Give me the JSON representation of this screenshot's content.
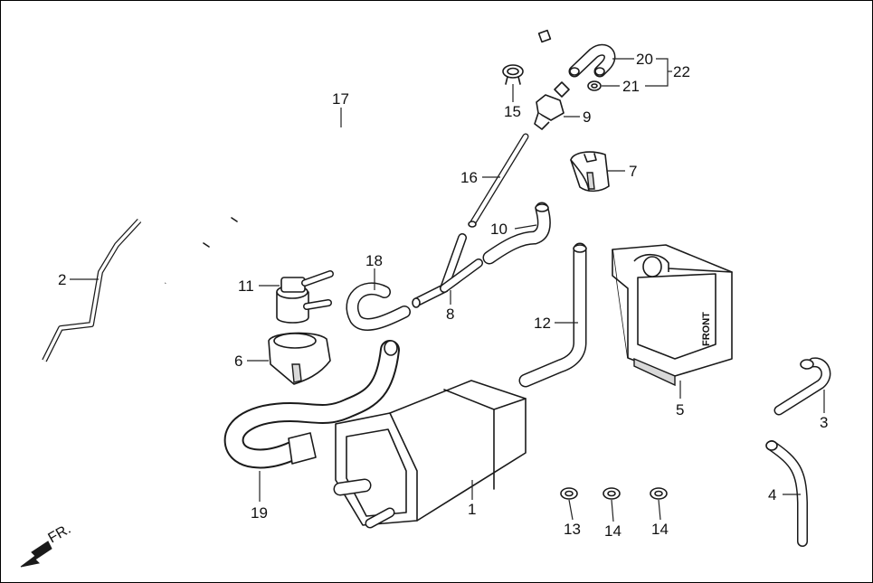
{
  "diagram": {
    "callouts": [
      {
        "id": "1",
        "text": "1"
      },
      {
        "id": "2",
        "text": "2"
      },
      {
        "id": "3",
        "text": "3"
      },
      {
        "id": "4",
        "text": "4"
      },
      {
        "id": "5",
        "text": "5"
      },
      {
        "id": "6",
        "text": "6"
      },
      {
        "id": "7",
        "text": "7"
      },
      {
        "id": "8",
        "text": "8"
      },
      {
        "id": "9",
        "text": "9"
      },
      {
        "id": "10",
        "text": "10"
      },
      {
        "id": "11",
        "text": "11"
      },
      {
        "id": "12",
        "text": "12"
      },
      {
        "id": "13",
        "text": "13"
      },
      {
        "id": "14a",
        "text": "14"
      },
      {
        "id": "14b",
        "text": "14"
      },
      {
        "id": "15",
        "text": "15"
      },
      {
        "id": "16",
        "text": "16"
      },
      {
        "id": "17",
        "text": "17"
      },
      {
        "id": "18",
        "text": "18"
      },
      {
        "id": "19",
        "text": "19"
      },
      {
        "id": "20",
        "text": "20"
      },
      {
        "id": "21",
        "text": "21"
      },
      {
        "id": "22",
        "text": "22"
      }
    ],
    "front_label": "FRONT",
    "direction_label": "FR.",
    "icons": {
      "direction": "arrow-down-left-icon"
    }
  }
}
